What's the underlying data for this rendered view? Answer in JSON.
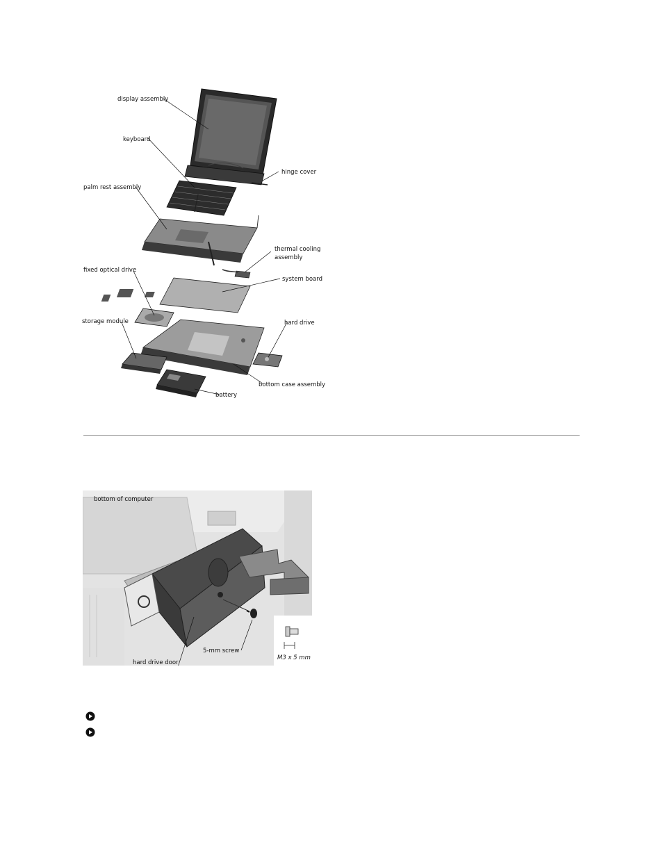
{
  "figure1": {
    "labels": {
      "display_assembly": "display assembly",
      "keyboard": "keyboard",
      "hinge_cover": "hinge cover",
      "palm_rest_assembly": "palm rest assembly",
      "thermal_cooling_line1": "thermal cooling",
      "thermal_cooling_line2": "assembly",
      "system_board": "system board",
      "fixed_optical_drive": "fixed optical drive",
      "storage_module": "storage module",
      "hard_drive": "hard drive",
      "bottom_case_assembly": "bottom case assembly",
      "battery": "battery"
    }
  },
  "figure2": {
    "labels": {
      "bottom_of_computer": "bottom of computer",
      "screw": "5-mm screw",
      "hard_drive_door": "hard drive door",
      "screw_size": "M3 x 5 mm"
    }
  },
  "notices": [
    {
      "icon": "notice-icon"
    },
    {
      "icon": "notice-icon"
    }
  ]
}
